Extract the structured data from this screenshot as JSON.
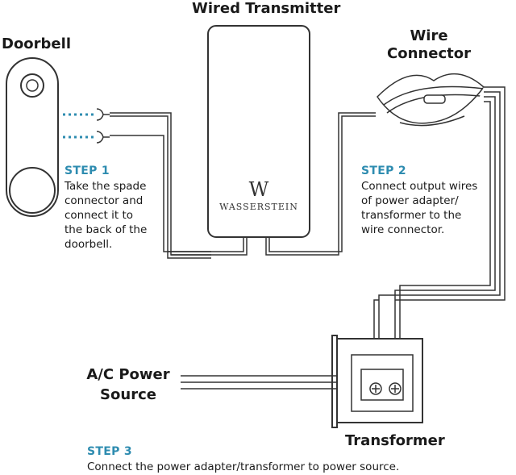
{
  "labels": {
    "doorbell": "Doorbell",
    "transmitter": "Wired Transmitter",
    "wire_connector": "Wire\nConnector",
    "ac_power": "A/C Power\nSource",
    "transformer": "Transformer"
  },
  "brand": {
    "mark": "W",
    "name": "WASSERSTEIN"
  },
  "steps": [
    {
      "title": "STEP 1",
      "text": "Take the spade\nconnector and\nconnect it to\nthe back of the\ndoorbell."
    },
    {
      "title": "STEP 2",
      "text": "Connect output wires\nof power adapter/\ntransformer to the\nwire connector."
    },
    {
      "title": "STEP 3",
      "text": "Connect the power adapter/transformer to power source."
    }
  ],
  "colors": {
    "step_accent": "#2e8cb0",
    "line": "#333333",
    "dotted": "#2e8cb0"
  }
}
